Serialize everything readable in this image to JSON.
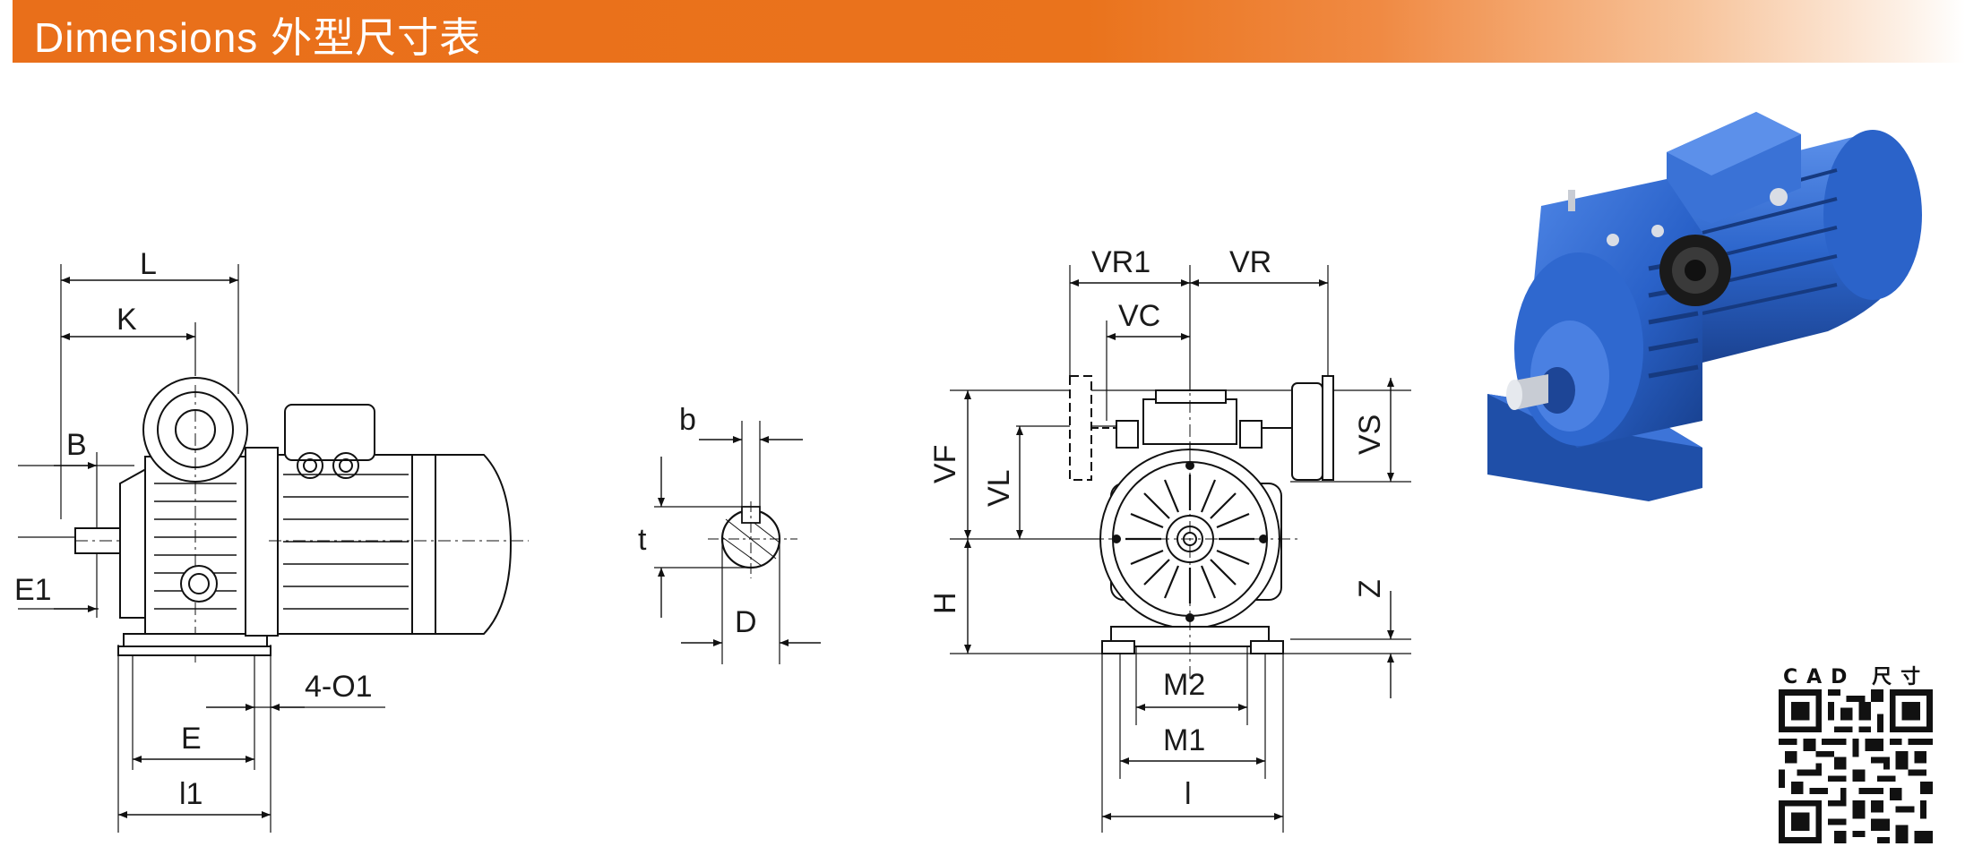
{
  "header": {
    "title": "Dimensions 外型尺寸表",
    "bar_color": "#e96f1a"
  },
  "side_view": {
    "labels": {
      "L": "L",
      "K": "K",
      "B": "B",
      "E1": "E1",
      "E": "E",
      "l1": "l1",
      "hole": "4-O1"
    }
  },
  "shaft_section": {
    "labels": {
      "b": "b",
      "t": "t",
      "D": "D"
    }
  },
  "front_view": {
    "labels": {
      "VR1": "VR1",
      "VR": "VR",
      "VC": "VC",
      "VF": "VF",
      "VL": "VL",
      "VS": "VS",
      "H": "H",
      "Z": "Z",
      "M2": "M2",
      "M1": "M1",
      "l": "l"
    }
  },
  "product_photo": {
    "icon": "gear-reducer-photo",
    "body_color": "#2a62c9"
  },
  "qr": {
    "caption": "CAD 尺寸",
    "icon": "qr-code-icon"
  }
}
